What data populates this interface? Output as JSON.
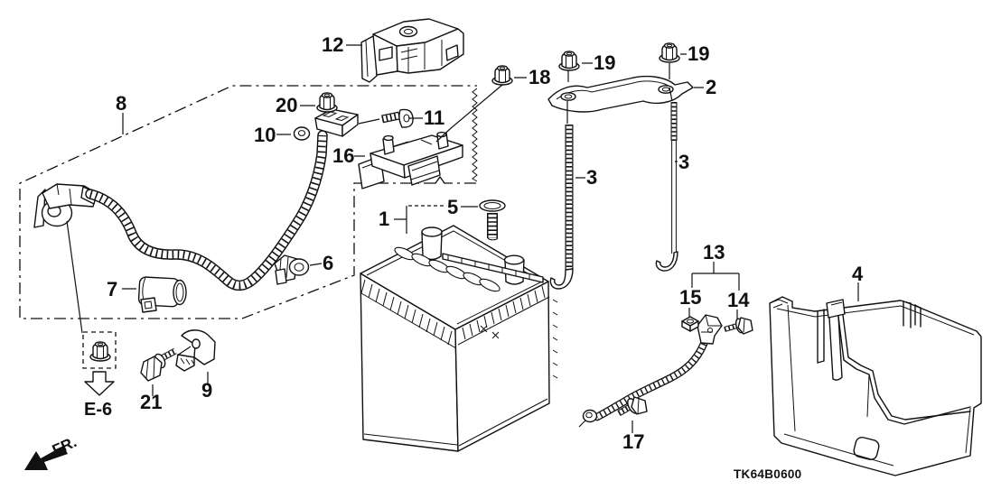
{
  "diagram": {
    "code": "TK64B0600",
    "section_ref": "E-6",
    "front_label": "FR.",
    "colors": {
      "ink": "#111111",
      "paper": "#ffffff"
    },
    "callouts": {
      "c1": "1",
      "c2": "2",
      "c3_left": "3",
      "c3_right": "3",
      "c4": "4",
      "c5": "5",
      "c6": "6",
      "c7": "7",
      "c8": "8",
      "c9": "9",
      "c10": "10",
      "c11": "11",
      "c12": "12",
      "c13": "13",
      "c14": "14",
      "c15": "15",
      "c16": "16",
      "c17": "17",
      "c18": "18",
      "c19_left": "19",
      "c19_right": "19",
      "c20": "20",
      "c21": "21"
    }
  }
}
